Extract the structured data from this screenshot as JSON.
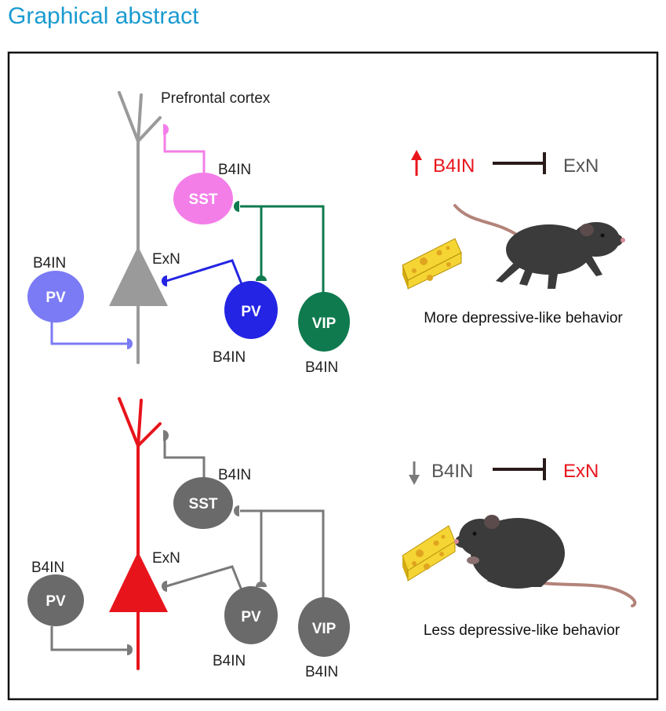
{
  "title": "Graphical abstract",
  "colors": {
    "title": "#1a9bd0",
    "frame": "#111111",
    "neuron_gray": "#9a9a9a",
    "neuron_red": "#e8141c",
    "sst_pink": "#f37ee8",
    "pv_light": "#7b7bf5",
    "pv_blue": "#2424e4",
    "vip_green": "#0f7a4e",
    "cell_gray": "#6a6a6a",
    "line_gray": "#7a7a7a",
    "up_red": "#e8141c",
    "down_gray": "#7a7a7a",
    "cheese": "#f5d534",
    "mouse": "#3b3b3b"
  },
  "top_panel": {
    "region_label": "Prefrontal cortex",
    "excitatory_label": "ExN",
    "sst": {
      "name": "SST",
      "tag": "B4IN"
    },
    "pv_left": {
      "name": "PV",
      "tag": "B4IN"
    },
    "pv_right": {
      "name": "PV",
      "tag": "B4IN"
    },
    "vip": {
      "name": "VIP",
      "tag": "B4IN"
    },
    "summary": {
      "arrow": "up-arrow-icon",
      "inhibitor": "B4IN",
      "target": "ExN"
    },
    "behavior": "More depressive-like behavior"
  },
  "bottom_panel": {
    "excitatory_label": "ExN",
    "sst": {
      "name": "SST",
      "tag": "B4IN"
    },
    "pv_left": {
      "name": "PV",
      "tag": "B4IN"
    },
    "pv_right": {
      "name": "PV",
      "tag": "B4IN"
    },
    "vip": {
      "name": "VIP",
      "tag": "B4IN"
    },
    "summary": {
      "arrow": "down-arrow-icon",
      "inhibitor": "B4IN",
      "target": "ExN"
    },
    "behavior": "Less depressive-like behavior"
  }
}
